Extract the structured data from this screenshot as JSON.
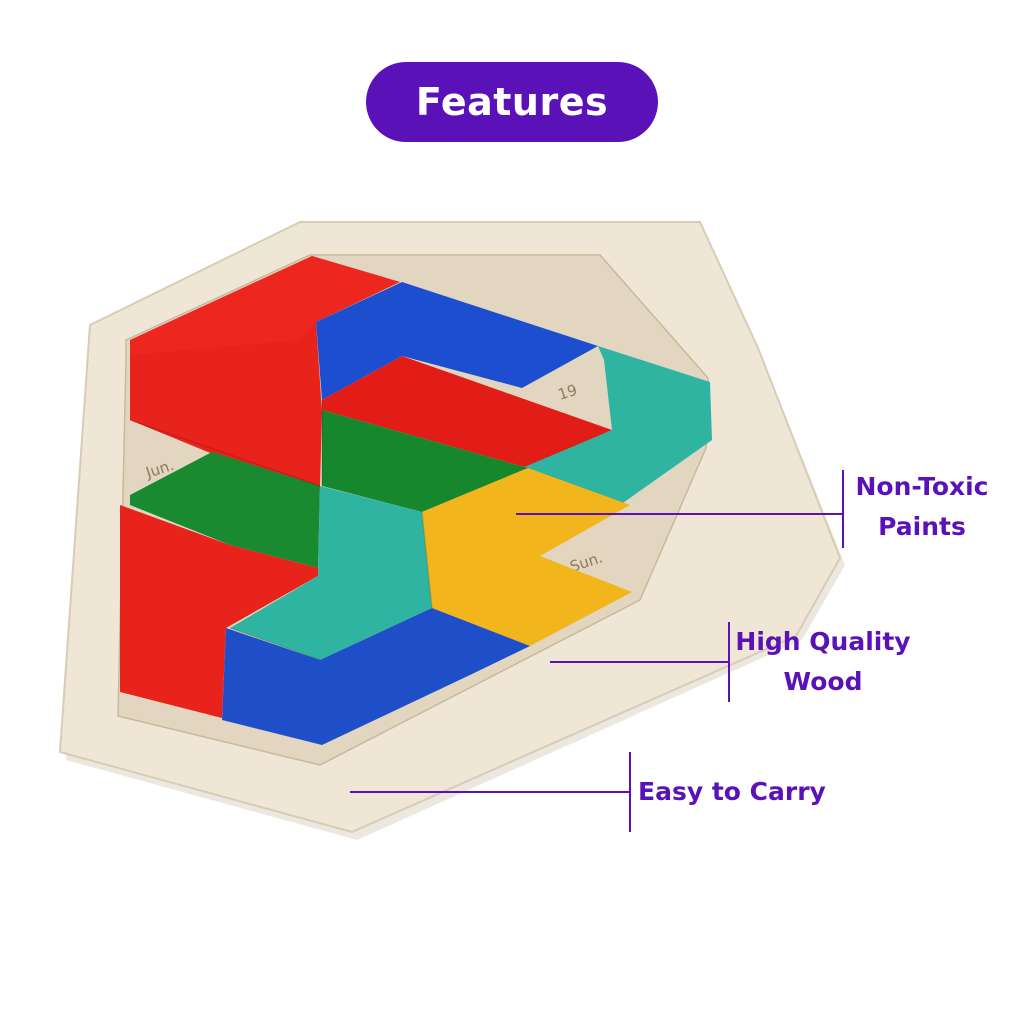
{
  "header": {
    "title": "Features"
  },
  "product": {
    "engravings": {
      "month": "Jun.",
      "day": "19",
      "weekday": "Sun."
    },
    "piece_colors": [
      "#e8221d",
      "#1f4fc8",
      "#18862f",
      "#2fb3a0",
      "#f2b51c"
    ],
    "board_color": "#ede3d2"
  },
  "callouts": {
    "non_toxic": {
      "line1": "Non-Toxic",
      "line2": "Paints"
    },
    "high_quality": {
      "line1": "High Quality",
      "line2": "Wood"
    },
    "easy_carry": {
      "line1": "Easy to Carry"
    }
  },
  "colors": {
    "accent": "#5a12b8",
    "background": "#ffffff"
  }
}
